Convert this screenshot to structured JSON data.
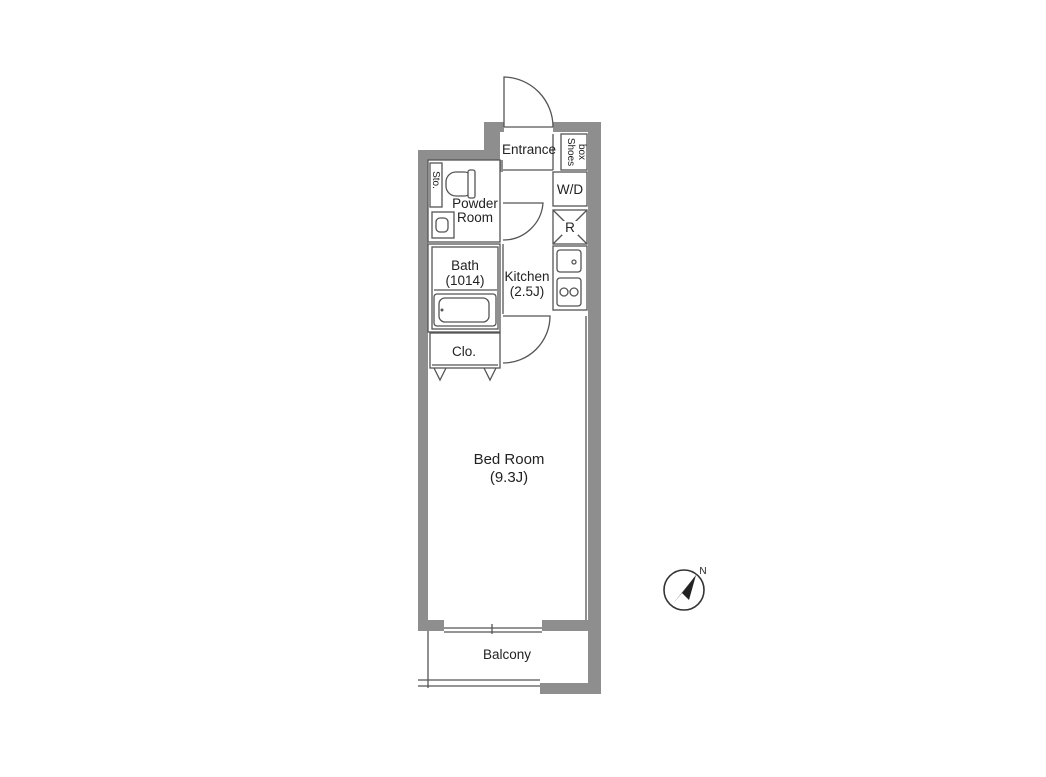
{
  "rooms": {
    "entrance": "Entrance",
    "shoes_box": "Shoes box",
    "shoes_box_line1": "Shoes",
    "shoes_box_line2": "box",
    "storage": "Sto.",
    "wd": "W/D",
    "powder_room_line1": "Powder",
    "powder_room_line2": "Room",
    "refrigerator": "R",
    "bath_line1": "Bath",
    "bath_line2": "(1014)",
    "kitchen_line1": "Kitchen",
    "kitchen_line2": "(2.5J)",
    "closet": "Clo.",
    "bedroom_line1": "Bed Room",
    "bedroom_line2": "(9.3J)",
    "balcony": "Balcony"
  },
  "icons": {
    "compass": "north-arrow-icon",
    "compass_letter": "N"
  },
  "colors": {
    "wall": "#8e8e8e",
    "line": "#555555",
    "text": "#222222",
    "background": "#ffffff"
  }
}
